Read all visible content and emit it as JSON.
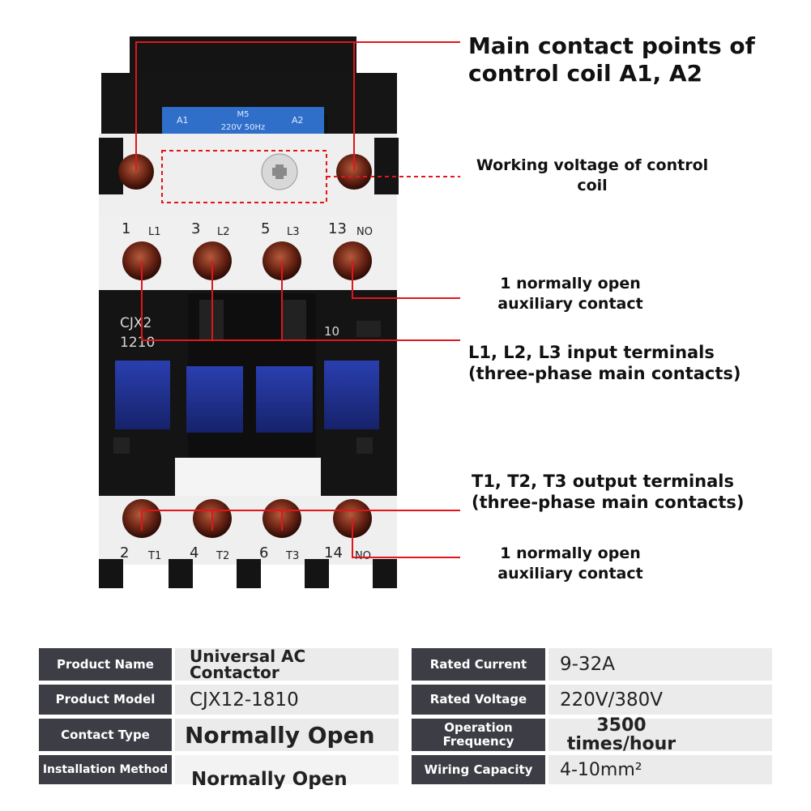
{
  "device": {
    "coil_label": {
      "model": "M5",
      "a1": "A1",
      "a2": "A2",
      "voltage": "220V 50Hz"
    },
    "model_text": [
      "CJX2",
      "1210"
    ],
    "aux_code": "10",
    "top_terminals": [
      {
        "num": "1",
        "name": "L1"
      },
      {
        "num": "3",
        "name": "L2"
      },
      {
        "num": "5",
        "name": "L3"
      },
      {
        "num": "13",
        "name": "NO"
      }
    ],
    "bottom_terminals": [
      {
        "num": "2",
        "name": "T1"
      },
      {
        "num": "4",
        "name": "T2"
      },
      {
        "num": "6",
        "name": "T3"
      },
      {
        "num": "14",
        "name": "NO"
      }
    ]
  },
  "callouts": {
    "coil_contacts": [
      "Main contact points of",
      "control coil A1, A2"
    ],
    "coil_voltage": [
      "Working voltage of control",
      "coil"
    ],
    "aux_top": [
      "1 normally open",
      "auxiliary contact"
    ],
    "input_terminals": [
      "L1, L2, L3 input terminals",
      "(three-phase main contacts)"
    ],
    "output_terminals": [
      "T1, T2, T3 output terminals",
      "(three-phase main contacts)"
    ],
    "aux_bottom": [
      "1 normally open",
      "auxiliary contact"
    ]
  },
  "specs": [
    {
      "label": "Product Name",
      "value": "Universal AC Contactor"
    },
    {
      "label": "Rated Current",
      "value": "9-32A"
    },
    {
      "label": "Product Model",
      "value": "CJX12-1810"
    },
    {
      "label": "Rated Voltage",
      "value": "220V/380V"
    },
    {
      "label": "Contact Type",
      "value": "Normally Open"
    },
    {
      "label": "Operation Frequency",
      "value": "3500 times/hour"
    },
    {
      "label": "Installation Method",
      "value": "Normally Open"
    },
    {
      "label": "Wiring Capacity",
      "value": "4-10mm²"
    }
  ],
  "colors": {
    "leader_line": "#e0161b",
    "label_bg": "#3d3d45",
    "value_bg": "#ebebeb",
    "coil_label_bg": "#2f6fc9",
    "housing_black": "#141414",
    "housing_white": "#efefef",
    "button_blue": "#1f2f8e"
  }
}
